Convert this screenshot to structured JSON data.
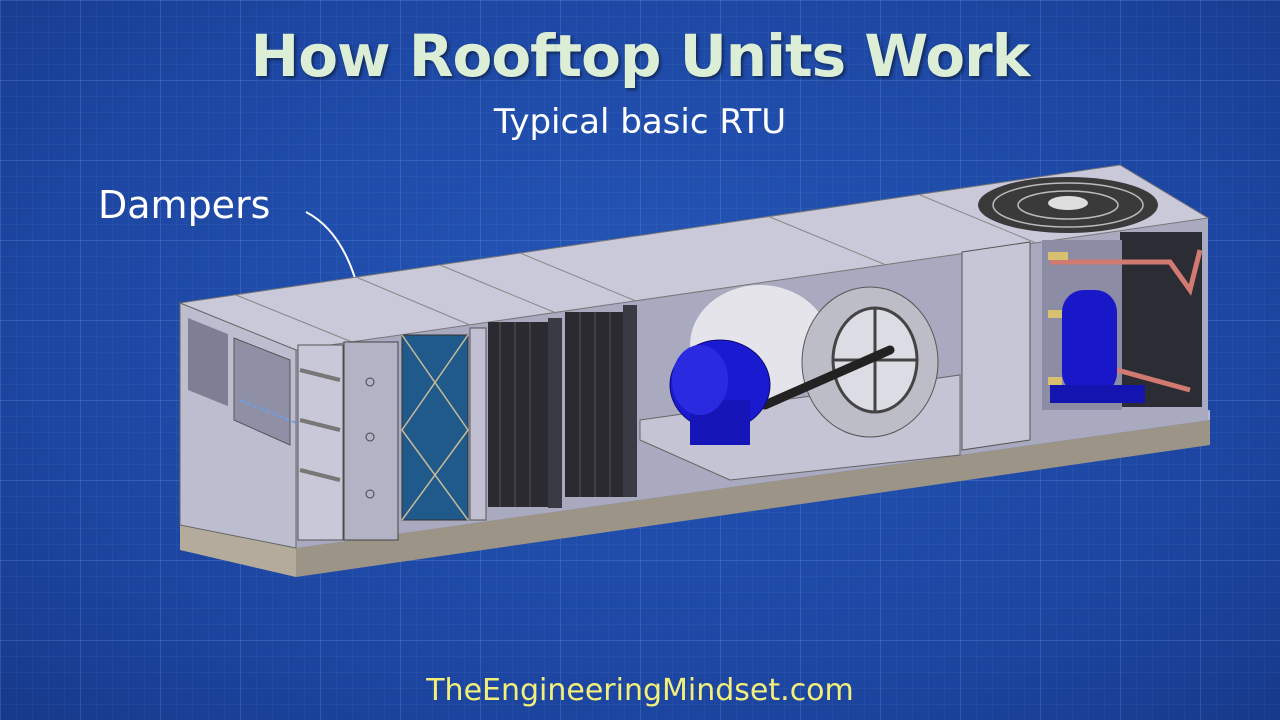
{
  "title": "How Rooftop Units Work",
  "subtitle": "Typical basic RTU",
  "callout": {
    "label": "Dampers"
  },
  "footer": "TheEngineeringMindset.com",
  "colors": {
    "background": "#1f4aa6",
    "title": "#dcefd6",
    "footer": "#f3f07a",
    "casing": "#c9c9d9",
    "motor": "#1a1ad0"
  }
}
